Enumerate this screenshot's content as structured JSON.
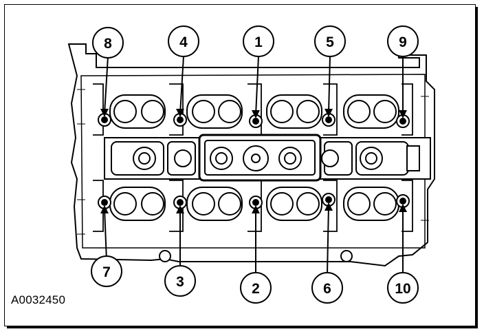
{
  "figure": {
    "reference_code": "A0032450",
    "callouts": [
      {
        "id": "top-1",
        "label": "8"
      },
      {
        "id": "top-2",
        "label": "4"
      },
      {
        "id": "top-3",
        "label": "1"
      },
      {
        "id": "top-4",
        "label": "5"
      },
      {
        "id": "top-5",
        "label": "9"
      },
      {
        "id": "bot-1",
        "label": "7"
      },
      {
        "id": "bot-2",
        "label": "3"
      },
      {
        "id": "bot-3",
        "label": "2"
      },
      {
        "id": "bot-4",
        "label": "6"
      },
      {
        "id": "bot-5",
        "label": "10"
      }
    ],
    "colors": {
      "ink": "#000000",
      "paper": "#ffffff",
      "shade": "#8c8c8c"
    }
  }
}
